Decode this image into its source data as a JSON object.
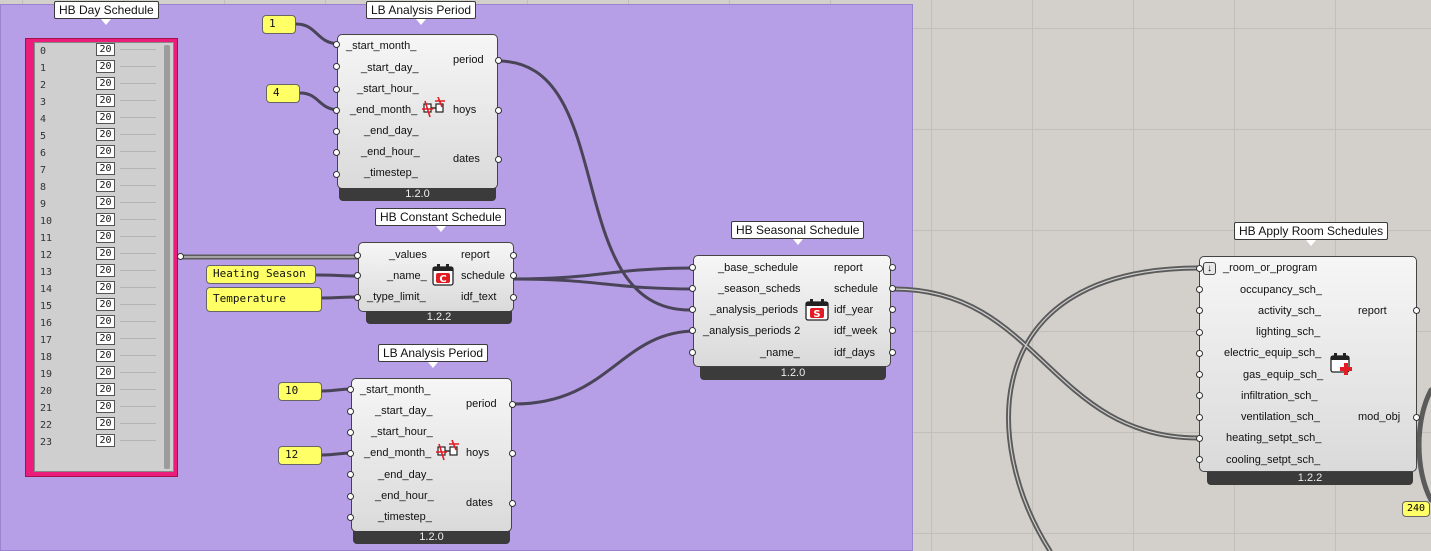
{
  "day_schedule": {
    "title": "HB Day Schedule",
    "hours": [
      "0",
      "1",
      "2",
      "3",
      "4",
      "5",
      "6",
      "7",
      "8",
      "9",
      "10",
      "11",
      "12",
      "13",
      "14",
      "15",
      "16",
      "17",
      "18",
      "19",
      "20",
      "21",
      "22",
      "23"
    ],
    "values": [
      "20",
      "20",
      "20",
      "20",
      "20",
      "20",
      "20",
      "20",
      "20",
      "20",
      "20",
      "20",
      "20",
      "20",
      "20",
      "20",
      "20",
      "20",
      "20",
      "20",
      "20",
      "20",
      "20",
      "20"
    ]
  },
  "period1": {
    "title": "LB Analysis Period",
    "inputs": [
      "_start_month_",
      "_start_day_",
      "_start_hour_",
      "_end_month_",
      "_end_day_",
      "_end_hour_",
      "_timestep_"
    ],
    "outputs": [
      "period",
      "hoys",
      "dates"
    ],
    "version": "1.2.0"
  },
  "period2": {
    "title": "LB Analysis Period",
    "inputs": [
      "_start_month_",
      "_start_day_",
      "_start_hour_",
      "_end_month_",
      "_end_day_",
      "_end_hour_",
      "_timestep_"
    ],
    "outputs": [
      "period",
      "hoys",
      "dates"
    ],
    "version": "1.2.0"
  },
  "panels": {
    "p1": "1",
    "p4": "4",
    "p10": "10",
    "p12": "12",
    "heating": "Heating Season",
    "temperature": "Temperature",
    "p240": "240"
  },
  "constant": {
    "title": "HB Constant Schedule",
    "inputs": [
      "_values",
      "_name_",
      "_type_limit_"
    ],
    "outputs": [
      "report",
      "schedule",
      "idf_text"
    ],
    "version": "1.2.2"
  },
  "seasonal": {
    "title": "HB Seasonal Schedule",
    "inputs": [
      "_base_schedule",
      "_season_scheds",
      "_analysis_periods",
      "_analysis_periods 2",
      "_name_"
    ],
    "outputs": [
      "report",
      "schedule",
      "idf_year",
      "idf_week",
      "idf_days"
    ],
    "version": "1.2.0"
  },
  "apply": {
    "title": "HB Apply Room Schedules",
    "inputs": [
      "_room_or_program",
      "occupancy_sch_",
      "activity_sch_",
      "lighting_sch_",
      "electric_equip_sch_",
      "gas_equip_sch_",
      "infiltration_sch_",
      "ventilation_sch_",
      "heating_setpt_sch_",
      "cooling_setpt_sch_"
    ],
    "outputs": [
      "report",
      "mod_obj"
    ],
    "version": "1.2.2"
  },
  "colors": {
    "group": "#b69fe6",
    "canvas": "#d3d0cb",
    "schedule": "#ec1d7a",
    "panel": "#ffff66",
    "icon_red": "#e31b23"
  },
  "icons": {
    "period": "analysis-period-icon",
    "constant": "constant-schedule-icon",
    "seasonal": "seasonal-schedule-icon",
    "apply": "apply-schedule-icon"
  }
}
